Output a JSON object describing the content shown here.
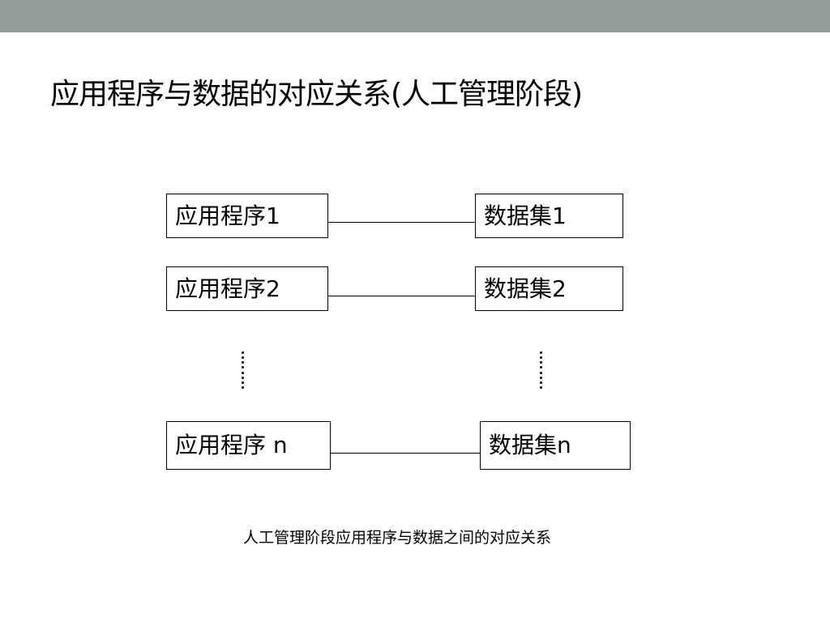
{
  "slide": {
    "title": "应用程序与数据的对应关系(人工管理阶段)",
    "band_color": "#919f98"
  },
  "diagram": {
    "programs": [
      {
        "label": "应用程序1"
      },
      {
        "label": "应用程序2"
      },
      {
        "label": "应用程序 n"
      }
    ],
    "datasets": [
      {
        "label": "数据集1"
      },
      {
        "label": "数据集2"
      },
      {
        "label": "数据集n"
      }
    ],
    "caption": "人工管理阶段应用程序与数据之间的对应关系"
  }
}
